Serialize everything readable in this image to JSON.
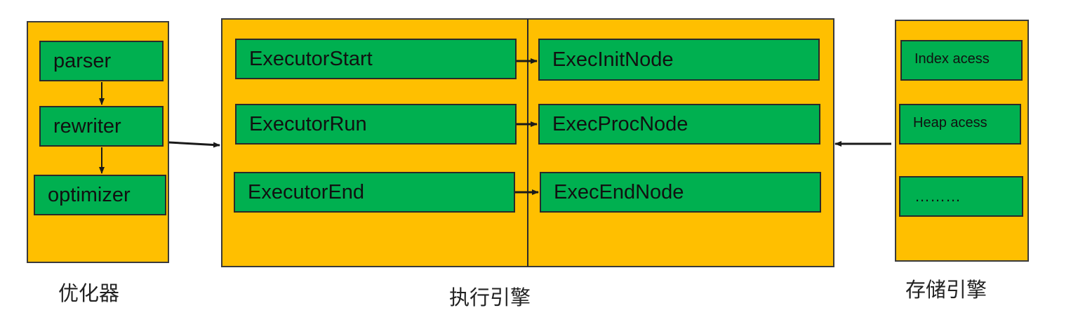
{
  "colors": {
    "panel": "#FFBF00",
    "node": "#00B050",
    "line": "#1a1a1a"
  },
  "optimizer": {
    "caption": "优化器",
    "nodes": [
      "parser",
      "rewriter",
      "optimizer"
    ]
  },
  "executor": {
    "caption": "执行引擎",
    "left_nodes": [
      "ExecutorStart",
      "ExecutorRun",
      "ExecutorEnd"
    ],
    "right_nodes": [
      "ExecInitNode",
      "ExecProcNode",
      "ExecEndNode"
    ]
  },
  "storage": {
    "caption": "存储引擎",
    "nodes": [
      "Index acess",
      "Heap acess",
      "………"
    ]
  }
}
